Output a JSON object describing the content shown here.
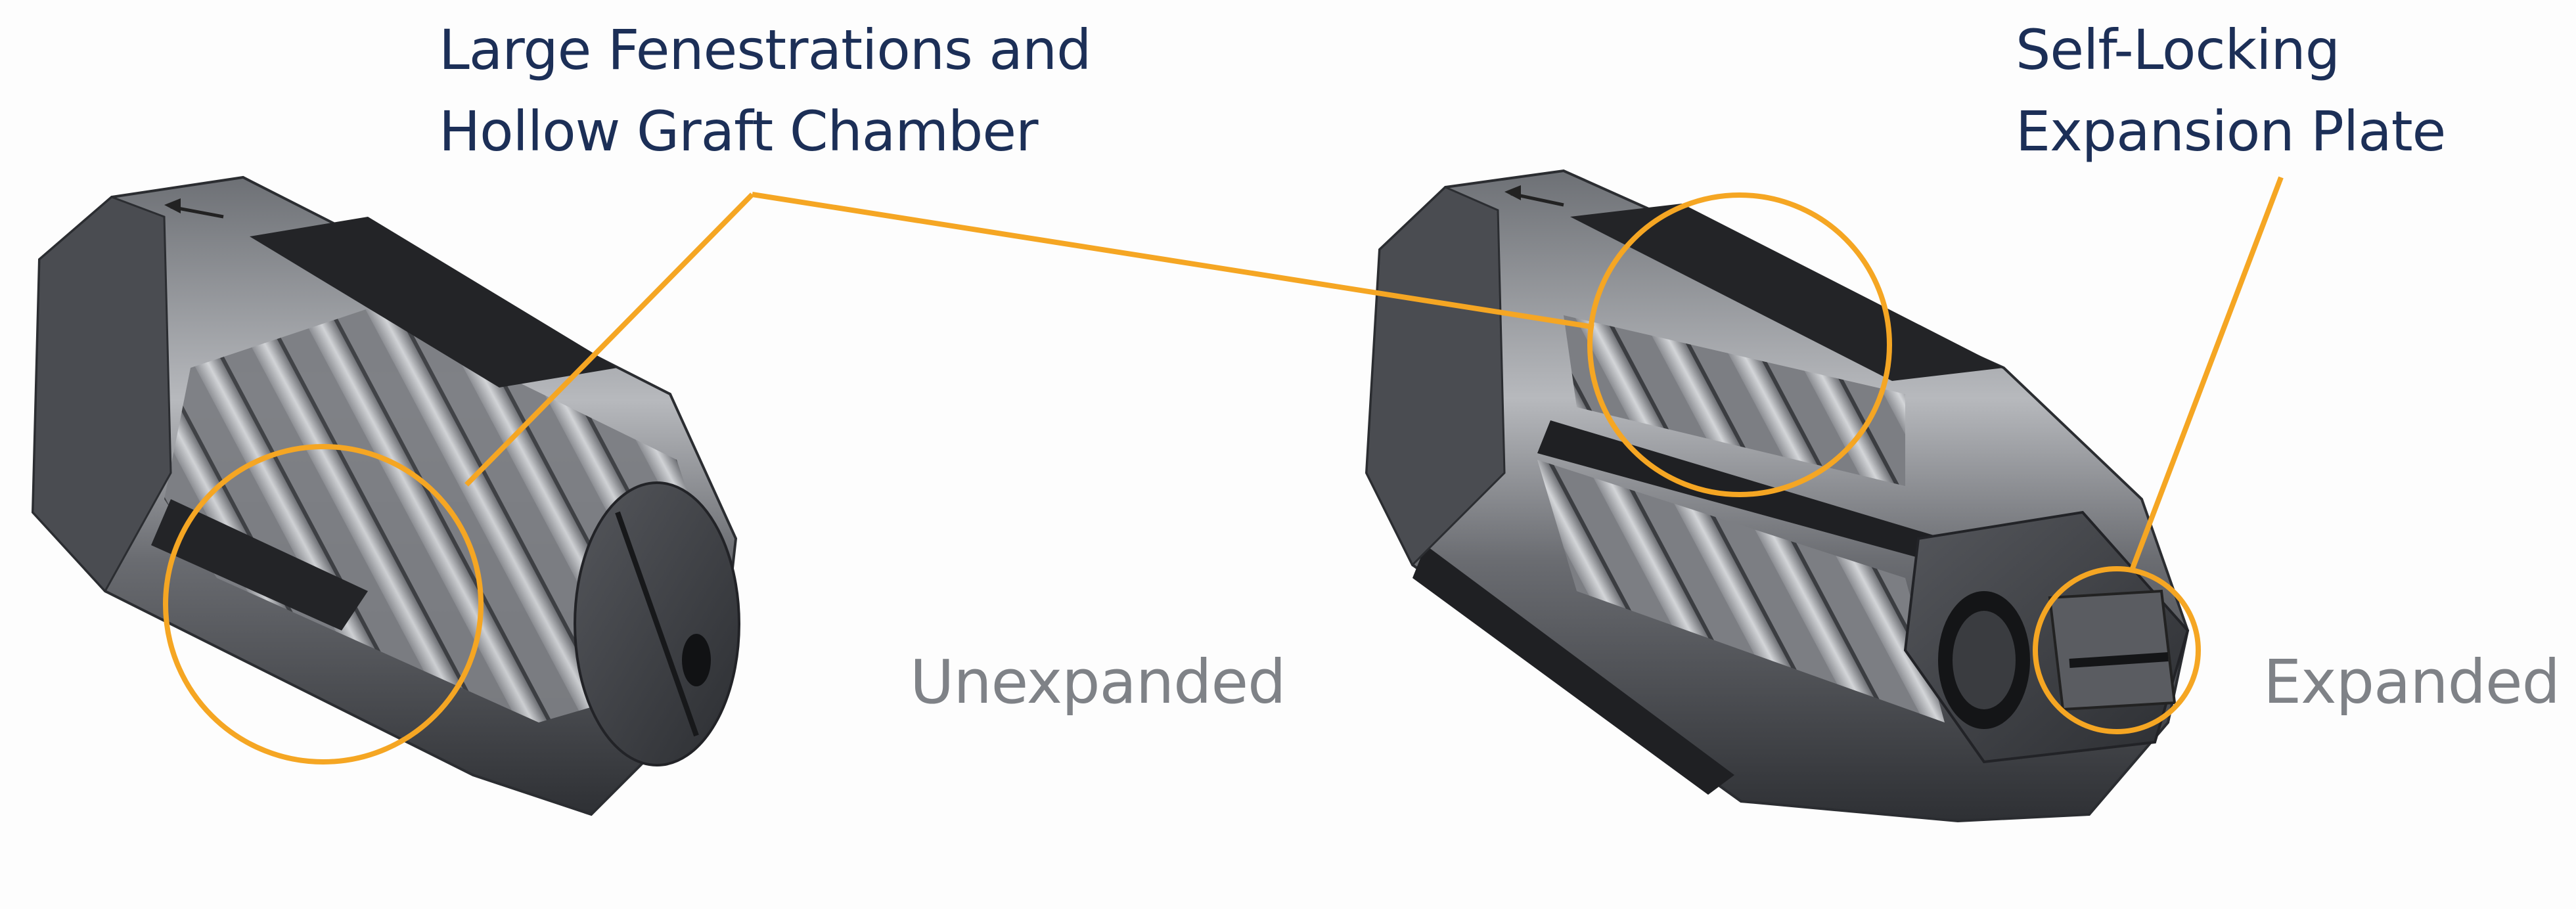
{
  "callouts": {
    "fenestrations": {
      "line1": "Large Fenestrations and",
      "line2": "Hollow Graft Chamber"
    },
    "plate": {
      "line1": "Self-Locking",
      "line2": "Expansion Plate"
    }
  },
  "states": {
    "unexpanded": "Unexpanded",
    "expanded": "Expanded"
  },
  "colors": {
    "callout_text": "#1c2f57",
    "state_text": "#7f8287",
    "accent": "#f5a623",
    "metal_dark": "#3a3c40",
    "metal_light": "#a9abaf"
  }
}
